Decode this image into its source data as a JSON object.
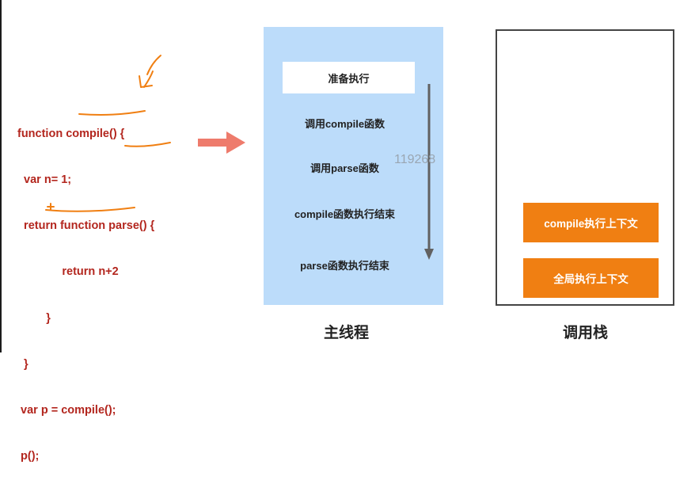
{
  "code_lines": [
    "function compile() {",
    "  var n= 1;",
    "  return function parse() {",
    "              return n+2",
    "         }",
    "  }",
    " var p = compile();",
    " p();"
  ],
  "main_thread": {
    "caption": "主线程",
    "steps": [
      "准备执行",
      "调用compile函数",
      "调用parse函数",
      "compile函数执行结束",
      "parse函数执行结束"
    ]
  },
  "call_stack": {
    "caption": "调用栈",
    "frames": [
      "compile执行上下文",
      "全局执行上下文"
    ]
  },
  "watermark": "119268",
  "colors": {
    "code": "#b3261e",
    "annotation": "#f07f12",
    "arrow": "#ee7b6c",
    "main_thread_bg": "#bcdcfa",
    "frame_bg": "#f07f12",
    "timeline": "#616161"
  }
}
